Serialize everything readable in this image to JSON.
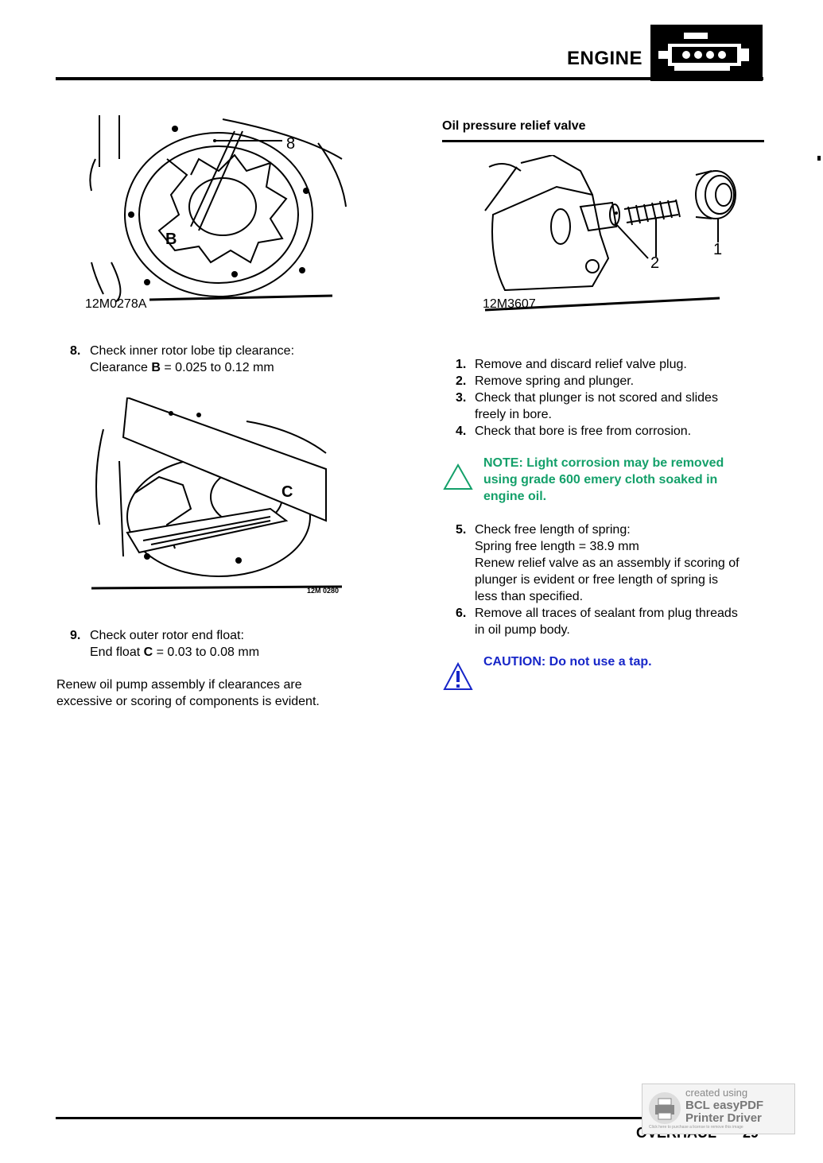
{
  "header": {
    "title": "ENGINE",
    "badge_icon": "engine-icon"
  },
  "left": {
    "figure1": {
      "label": "12M0278A",
      "callout_8": "8",
      "callout_b": "B"
    },
    "step8": {
      "num": "8.",
      "line1": "Check inner rotor lobe tip clearance:",
      "line2_pre": "Clearance ",
      "line2_bold": "B",
      "line2_post": " = 0.025 to 0.12 mm"
    },
    "figure2": {
      "label": "12M 0280",
      "callout_c": "C"
    },
    "step9": {
      "num": "9.",
      "line1": "Check outer rotor end float:",
      "line2_pre": "End float ",
      "line2_bold": "C",
      "line2_post": " = 0.03 to 0.08 mm"
    },
    "renew": {
      "line1": "Renew oil pump assembly if clearances are",
      "line2": "excessive or scoring of components is evident."
    }
  },
  "right": {
    "heading": "Oil pressure relief valve",
    "figure3": {
      "label": "12M3607",
      "callout_1": "1",
      "callout_2": "2"
    },
    "steps": [
      {
        "num": "1.",
        "lines": [
          "Remove and discard relief valve plug."
        ]
      },
      {
        "num": "2.",
        "lines": [
          "Remove spring and plunger."
        ]
      },
      {
        "num": "3.",
        "lines": [
          "Check that plunger is not scored and slides",
          "freely in bore."
        ]
      },
      {
        "num": "4.",
        "lines": [
          "Check that bore is free from corrosion."
        ]
      }
    ],
    "note": {
      "icon": "note-triangle-icon",
      "lines": [
        "NOTE: Light corrosion may be removed",
        "using grade 600 emery cloth soaked in",
        "engine oil."
      ]
    },
    "steps2": [
      {
        "num": "5.",
        "lines": [
          "Check free length of spring:",
          "Spring free length = 38.9 mm",
          "Renew relief valve as an assembly if scoring of",
          "plunger is evident or free length of spring is",
          "less than specified."
        ]
      },
      {
        "num": "6.",
        "lines": [
          "Remove all traces of sealant from plug threads",
          "in oil pump body."
        ]
      }
    ],
    "caution": {
      "icon": "caution-warning-icon",
      "text": "CAUTION: Do not use a tap."
    }
  },
  "footer": {
    "section": "OVERHAUL",
    "page": "29",
    "stamp": {
      "line1": "created using",
      "line2": "BCL easyPDF",
      "line3": "Printer Driver",
      "line4": "Click here to purchase a license to remove this image"
    }
  }
}
